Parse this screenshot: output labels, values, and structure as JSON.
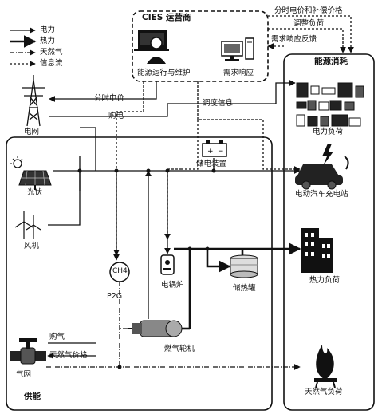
{
  "legend": {
    "items": [
      {
        "label": "电力",
        "style": "solid"
      },
      {
        "label": "热力",
        "style": "thick"
      },
      {
        "label": "天然气",
        "style": "dashdot"
      },
      {
        "label": "信息流",
        "style": "dashed"
      }
    ]
  },
  "operator": {
    "title": "CIES 运营商",
    "left_label": "能源运行与维护",
    "right_label": "需求响应"
  },
  "consumer": {
    "title": "能源消耗",
    "electric_load": "电力负荷",
    "ev_station": "电动汽车充电站",
    "heat_load": "热力负荷",
    "gas_load": "天然气负荷"
  },
  "supply": {
    "title": "供能",
    "grid": "电网",
    "pv": "光伏",
    "wind": "风机",
    "storage": "储电装置",
    "p2g": "P2G",
    "ch4": "CH4",
    "boiler": "电锅炉",
    "heat_tank": "储热罐",
    "turbine": "燃气轮机",
    "gas_network": "气网"
  },
  "flows": {
    "tou_price_comp": "分时电价和补偿价格",
    "adjust_load": "调整负荷",
    "dr_feedback": "需求响应反馈",
    "tou_price": "分时电价",
    "buy_power": "购电",
    "dispatch_info": "调度信息",
    "buy_gas": "购气",
    "gas_price": "天然气价格"
  }
}
